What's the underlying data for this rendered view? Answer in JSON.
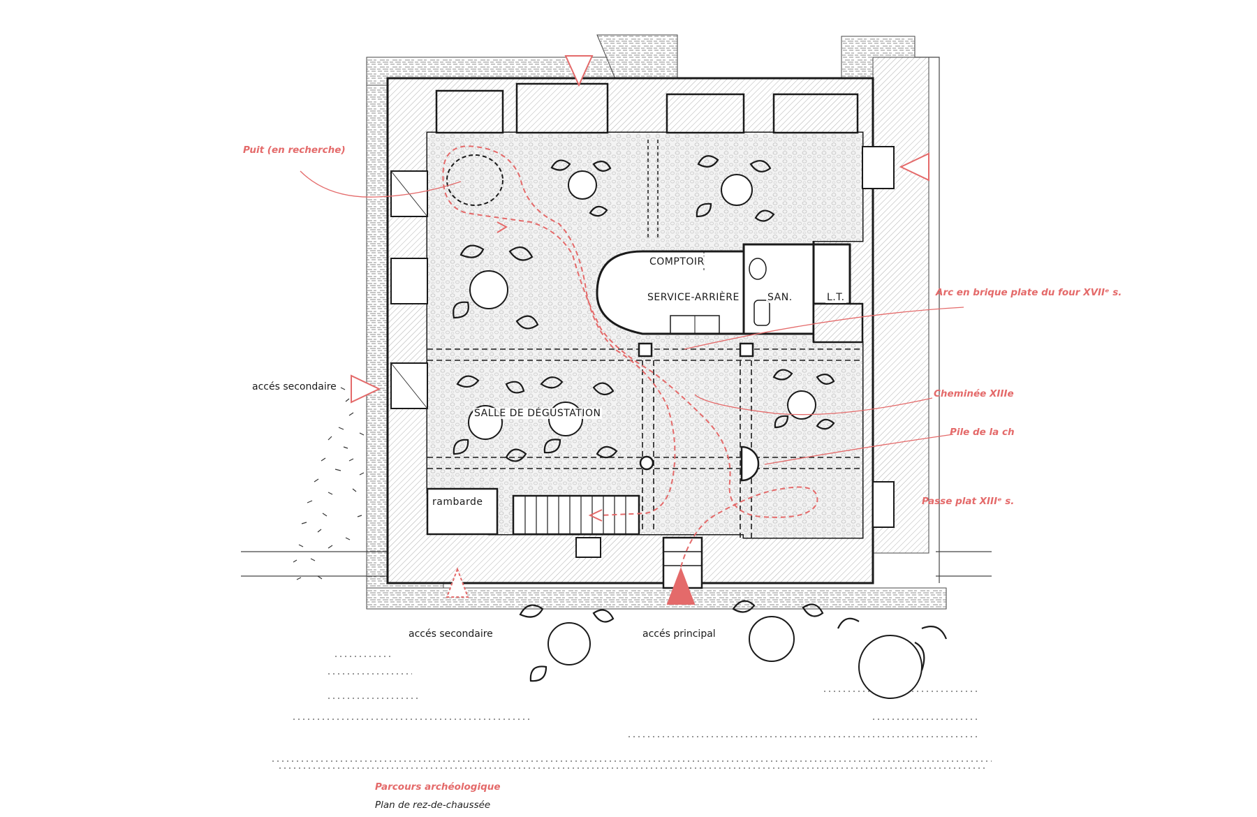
{
  "colors": {
    "accent": "#e46a6a",
    "wall": "#1a1a1a",
    "floor": "#f1f1f1"
  },
  "rooms": {
    "comptoir": "COMPTOIR",
    "service": "SERVICE-ARRIÈRE",
    "san": "SAN.",
    "lt": "L.T.",
    "salle": "SALLE DE DÉGUSTATION",
    "rambarde": "rambarde"
  },
  "access": {
    "secondaire_west": "accés secondaire",
    "secondaire_south": "accés secondaire",
    "principal": "accés principal"
  },
  "annotations": {
    "puit": "Puit (en recherche)",
    "arc": "Arc en brique plate du four XVIIᵉ s.",
    "cheminee": "Cheminée XIIIe",
    "pile": "Pile de la ch",
    "passe": "Passe plat XIIIᵉ s."
  },
  "legend": {
    "parcours": "Parcours archéologique",
    "plan": "Plan de rez-de-chaussée"
  }
}
